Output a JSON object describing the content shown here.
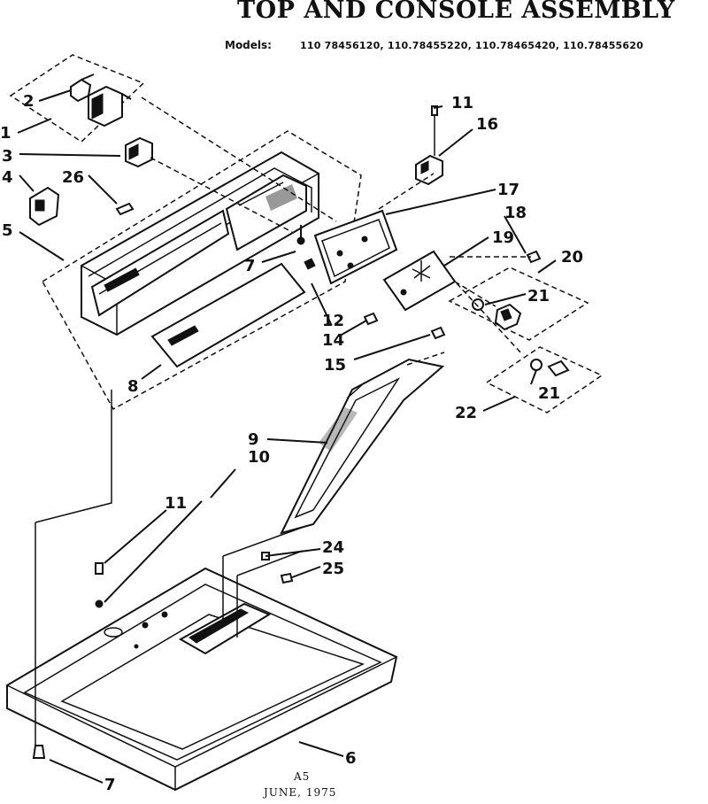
{
  "title": "TOP AND CONSOLE ASSEMBLY",
  "models_label": "Models:",
  "models_list": "110 78456120, 110.78455220, 110.78465420, 110.78455620",
  "footer_code": "A5",
  "footer_date": "JUNE, 1975",
  "callouts": {
    "c1": "1",
    "c2": "2",
    "c3": "3",
    "c4": "4",
    "c5": "5",
    "c6": "6",
    "c7a": "7",
    "c7b": "7",
    "c8": "8",
    "c9": "9",
    "c10": "10",
    "c11a": "11",
    "c11b": "11",
    "c12": "12",
    "c14": "14",
    "c15": "15",
    "c16": "16",
    "c17": "17",
    "c18": "18",
    "c19": "19",
    "c20": "20",
    "c21a": "21",
    "c21b": "21",
    "c22": "22",
    "c24": "24",
    "c25": "25",
    "c26": "26"
  }
}
